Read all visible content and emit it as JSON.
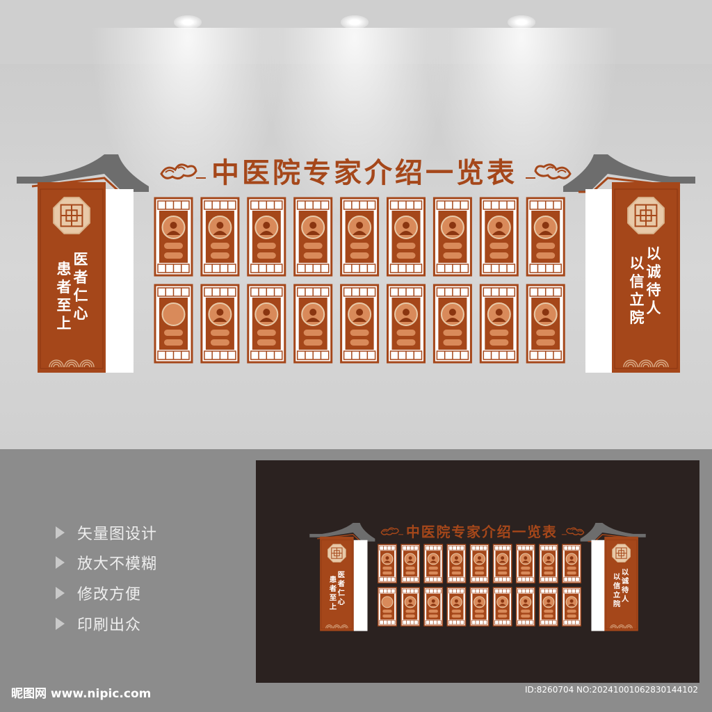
{
  "board": {
    "title": "中医院专家介绍一览表",
    "left_motto": [
      "医者仁心",
      "患者至上"
    ],
    "right_motto": [
      "以诚待人",
      "以信立院"
    ],
    "doctor_rows": 2,
    "doctor_cols": 9,
    "empty_avatar_slot": {
      "row": 1,
      "col": 0
    }
  },
  "features": [
    "矢量图设计",
    "放大不模糊",
    "修改方便",
    "印刷出众"
  ],
  "footer": {
    "site": "昵图网 www.nipic.com",
    "id_line": "ID:8260704 NO:20241001062830144102"
  },
  "colors": {
    "brand": "#a5471a",
    "brand_dark": "#8a3510",
    "pale": "#e8c9a8",
    "roof": "#6d6d6d",
    "dark_bg": "#2b2220"
  },
  "icons": [
    "lattice-rosette-icon",
    "cloud-scroll-icon",
    "doctor-avatar-icon",
    "play-triangle-icon"
  ]
}
